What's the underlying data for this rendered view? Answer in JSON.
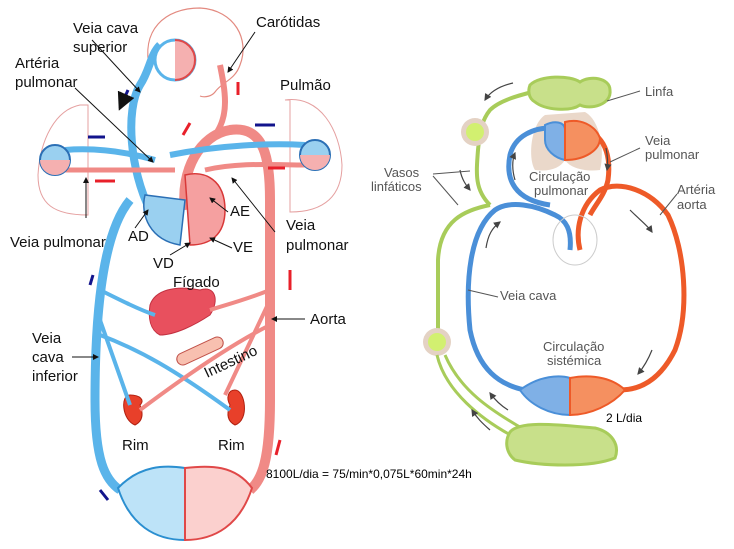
{
  "left_diagram": {
    "title": "Sistema circulatório humano",
    "labels": {
      "veia_cava_superior_1": "Veia cava",
      "veia_cava_superior_2": "superior",
      "carotidas": "Carótidas",
      "arteria_pulmonar_1": "Artéria",
      "arteria_pulmonar_2": "pulmonar",
      "pulmao": "Pulmão",
      "ae": "AE",
      "ad": "AD",
      "ve": "VE",
      "vd": "VD",
      "veia_pulmonar_left": "Veia pulmonar",
      "veia_pulmonar_right_1": "Veia",
      "veia_pulmonar_right_2": "pulmonar",
      "figado": "Fígado",
      "aorta": "Aorta",
      "veia_cava_inferior_1": "Veia",
      "veia_cava_inferior_2": "cava",
      "veia_cava_inferior_3": "inferior",
      "intestino": "Intestino",
      "rim_left": "Rim",
      "rim_right": "Rim"
    },
    "colors": {
      "venous": "#5ab4ea",
      "venous_dark": "#2b6fb5",
      "arterial": "#f08a86",
      "arterial_dark": "#d83838",
      "arrow_blue": "#12148c",
      "arrow_red": "#e8202a"
    }
  },
  "right_diagram": {
    "title": "Circulação e sistema linfático",
    "labels": {
      "linfa": "Linfa",
      "veia_pulmonar_1": "Veia",
      "veia_pulmonar_2": "pulmonar",
      "vasos_linfaticos_1": "Vasos",
      "vasos_linfaticos_2": "linfáticos",
      "circulacao_pulmonar_1": "Circulação",
      "circulacao_pulmonar_2": "pulmonar",
      "arteria_aorta_1": "Artéria",
      "arteria_aorta_2": "aorta",
      "veia_cava": "Veia cava",
      "circulacao_sistemica_1": "Circulação",
      "circulacao_sistemica_2": "sistémica"
    },
    "colors": {
      "venous": "#4a8fd8",
      "arterial": "#ee5a28",
      "lymph": "#a8cc5a"
    }
  },
  "annotations": {
    "flow_equation": "8100L/dia = 75/min*0,075L*60min*24h",
    "lymph_flow": "2 L/dia"
  }
}
